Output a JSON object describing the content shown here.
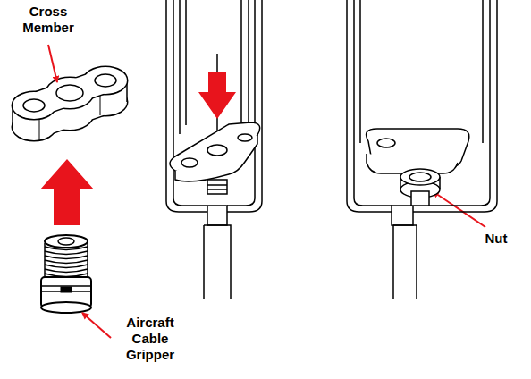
{
  "diagram": {
    "labels": [
      "Cross Member",
      "Aircraft Cable Gripper",
      "Nut"
    ]
  }
}
